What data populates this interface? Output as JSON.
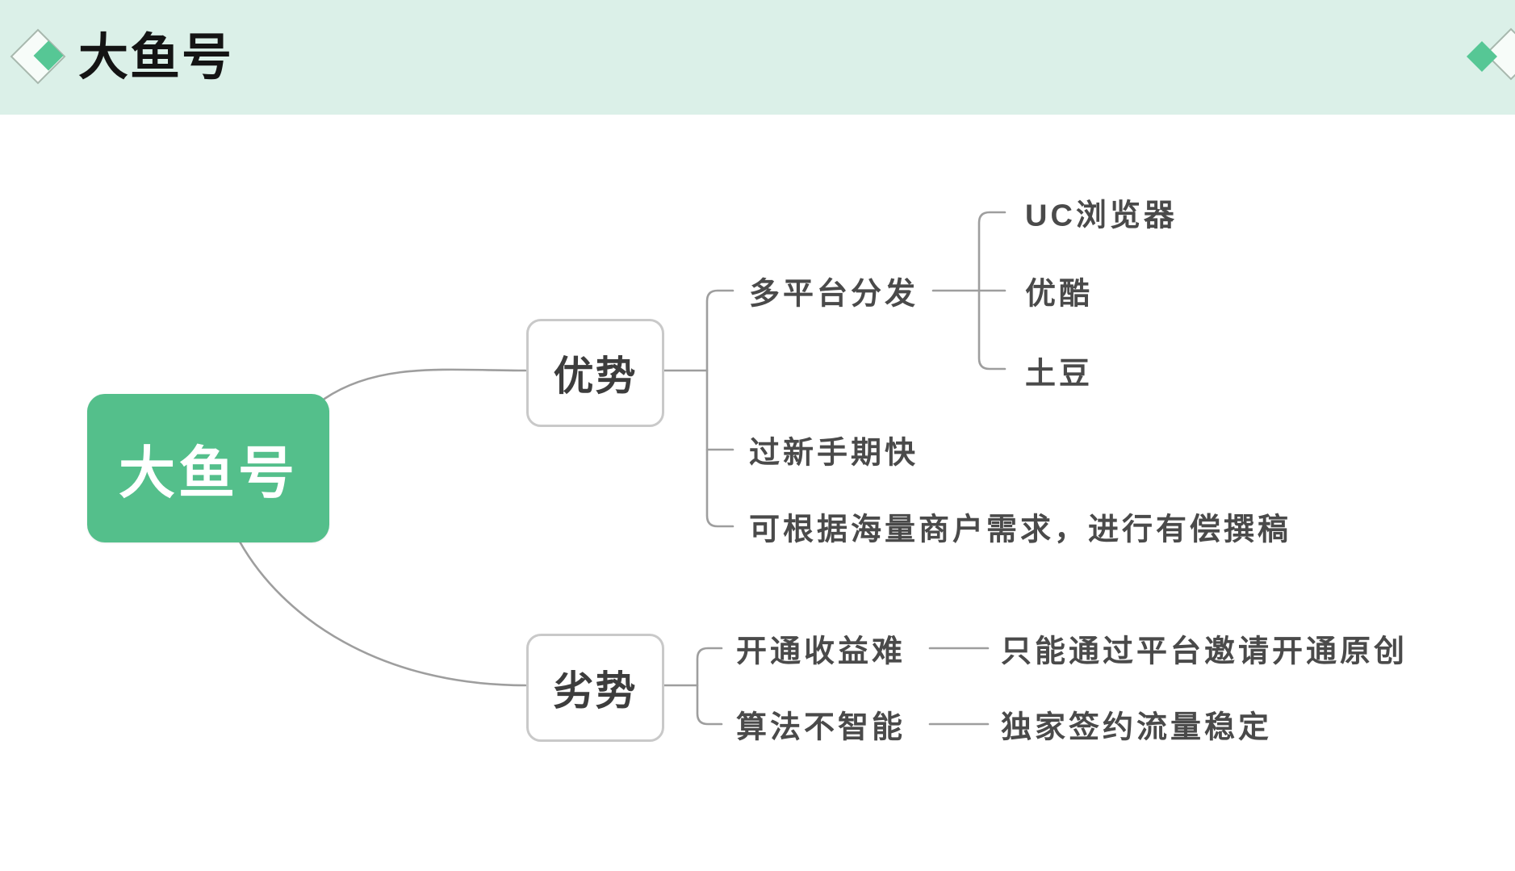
{
  "colors": {
    "header_bg": "#dbf0e8",
    "accent_green": "#54bf8b",
    "diamond_green": "#56c795",
    "diamond_outline": "#a8b8ae",
    "node_border": "#c9c9c9",
    "connector_gray": "#9e9e9e",
    "title_text": "#141414",
    "node_text": "#3d3d3d",
    "label_text": "#4a4a4a",
    "root_text": "#ffffff"
  },
  "header": {
    "title": "大鱼号",
    "left_icon": "overlapping-diamonds-icon",
    "right_icon": "overlapping-diamonds-icon"
  },
  "mindmap": {
    "root": {
      "label": "大鱼号"
    },
    "branches": [
      {
        "label": "优势",
        "children": [
          {
            "label": "多平台分发",
            "children": [
              {
                "label": "UC浏览器"
              },
              {
                "label": "优酷"
              },
              {
                "label": "土豆"
              }
            ]
          },
          {
            "label": "过新手期快"
          },
          {
            "label": "可根据海量商户需求，进行有偿撰稿"
          }
        ]
      },
      {
        "label": "劣势",
        "children": [
          {
            "label": "开通收益难",
            "children": [
              {
                "label": "只能通过平台邀请开通原创"
              }
            ]
          },
          {
            "label": "算法不智能",
            "children": [
              {
                "label": "独家签约流量稳定"
              }
            ]
          }
        ]
      }
    ]
  }
}
